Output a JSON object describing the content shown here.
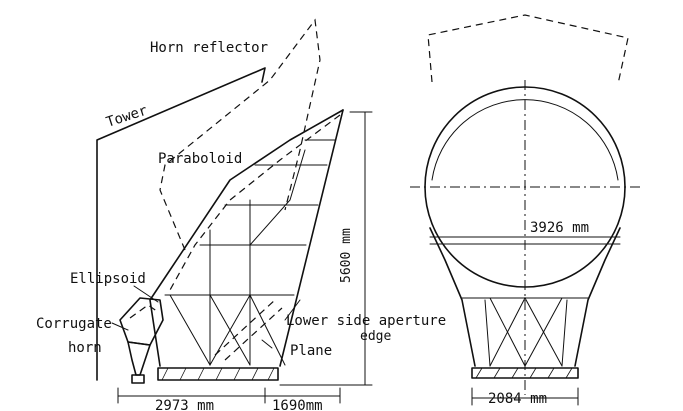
{
  "labels": {
    "horn_reflector": "Horn reflector",
    "tower": "Tower",
    "paraboloid": "Paraboloid",
    "ellipsoid": "Ellipsoid",
    "corrugate": "Corrugate",
    "horn": "horn",
    "lower_side_aperture": "Lower side aperture",
    "edge": "edge",
    "plane": "Plane"
  },
  "dimensions": {
    "height": "5600 mm",
    "base_left": "2973 mm",
    "base_right": "1690mm",
    "front_width": "3926 mm",
    "front_base": "2084 mm"
  }
}
